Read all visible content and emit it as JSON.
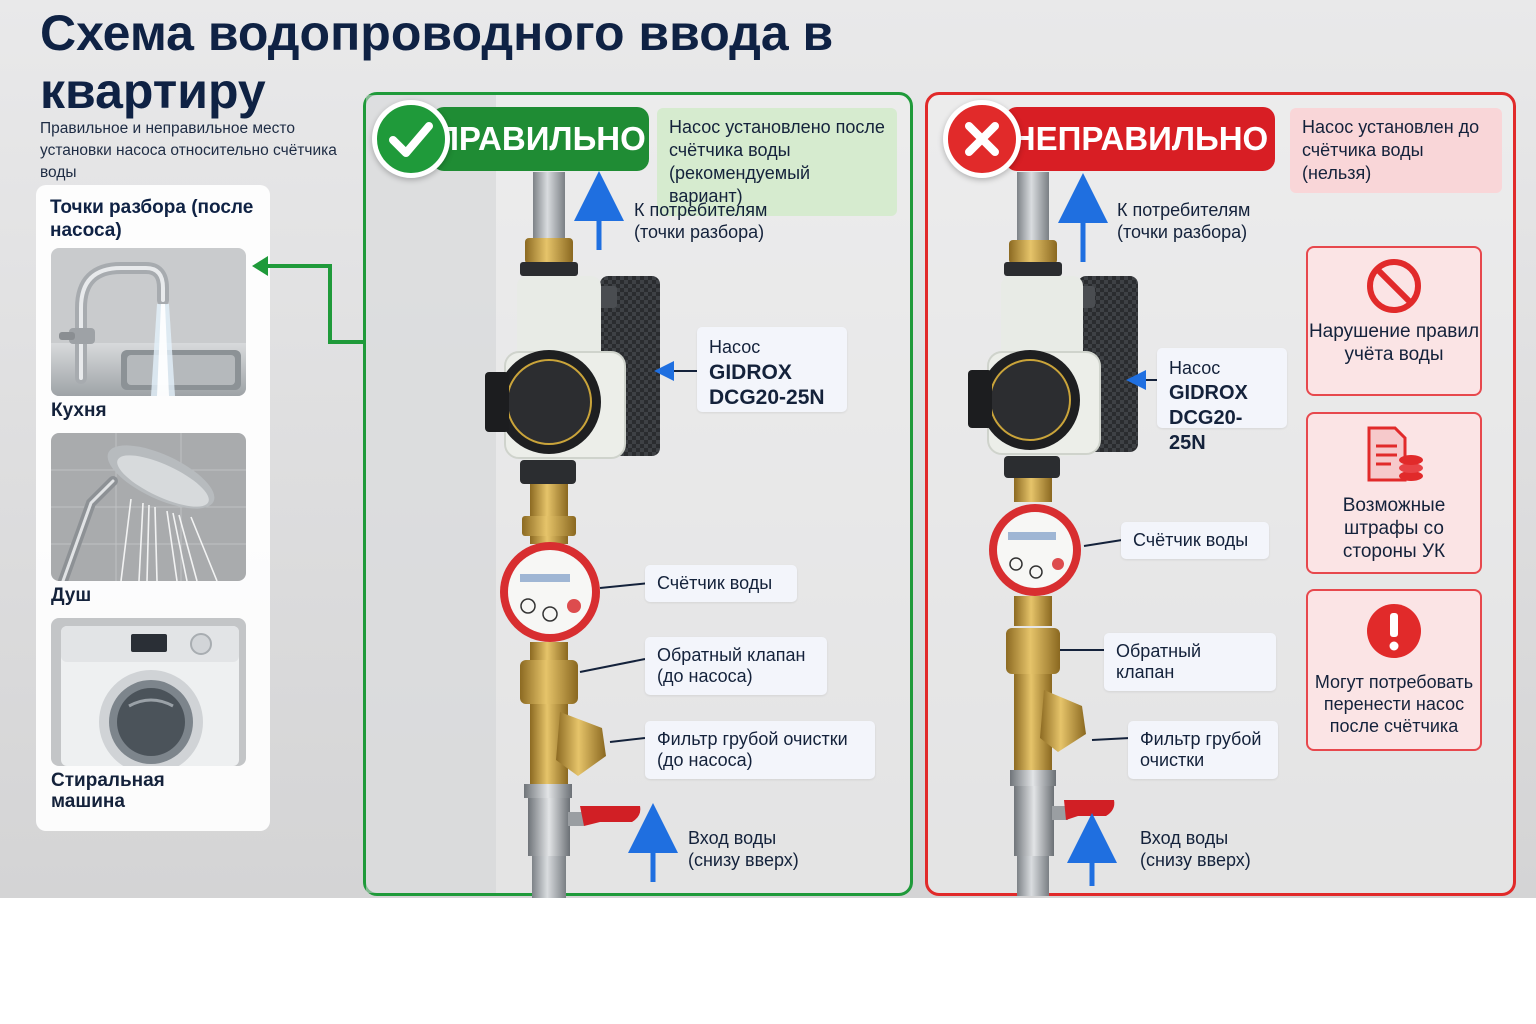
{
  "header": {
    "title": "Схема водопроводного ввода в квартиру",
    "subtitle": "Правильное и неправильное место установки насоса относительно счётчика воды"
  },
  "sidebar": {
    "title": "Точки разбора (после насоса)",
    "items": [
      {
        "label": "Кухня",
        "icon": "kitchen-faucet-icon"
      },
      {
        "label": "Душ",
        "icon": "shower-head-icon"
      },
      {
        "label": "Стиральная машина",
        "icon": "washing-machine-icon"
      }
    ]
  },
  "correct": {
    "heading": "ПРАВИЛЬНО",
    "note": "Насос установлено после счётчика воды (рекомендуемый вариант)",
    "consumers": "К потребителям (точки разбора)",
    "pump_label": "Насос",
    "pump_model_1": "GIDROX",
    "pump_model_2": "DCG20-25N",
    "meter": "Счётчик воды",
    "valve": "Обратный клапан (до насоса)",
    "filter": "Фильтр грубой очистки (до насоса)",
    "inlet": "Вход воды (снизу вверх)",
    "color": "#1f9a3a"
  },
  "incorrect": {
    "heading": "НЕПРАВИЛЬНО",
    "note": "Насос установлен до счётчика воды (нельзя)",
    "consumers": "К потребителям (точки разбора)",
    "pump_label": "Насос",
    "pump_model_1": "GIDROX",
    "pump_model_2": "DCG20-25N",
    "meter": "Счётчик воды",
    "valve": "Обратный клапан",
    "filter": "Фильтр грубой очистки",
    "inlet": "Вход воды (снизу вверх)",
    "color": "#e12a2a"
  },
  "warnings": [
    {
      "text": "Нарушение правил учёта воды",
      "icon": "prohibited-icon"
    },
    {
      "text": "Возможные штрафы со стороны УК",
      "icon": "document-coins-icon"
    },
    {
      "text": "Могут потребовать перенести насос после счётчика",
      "icon": "exclamation-icon"
    }
  ],
  "colors": {
    "good": "#1f9a3a",
    "bad": "#e12a2a",
    "arrow": "#1f6fe0",
    "brass": "#c9a044",
    "title": "#0f2244"
  }
}
